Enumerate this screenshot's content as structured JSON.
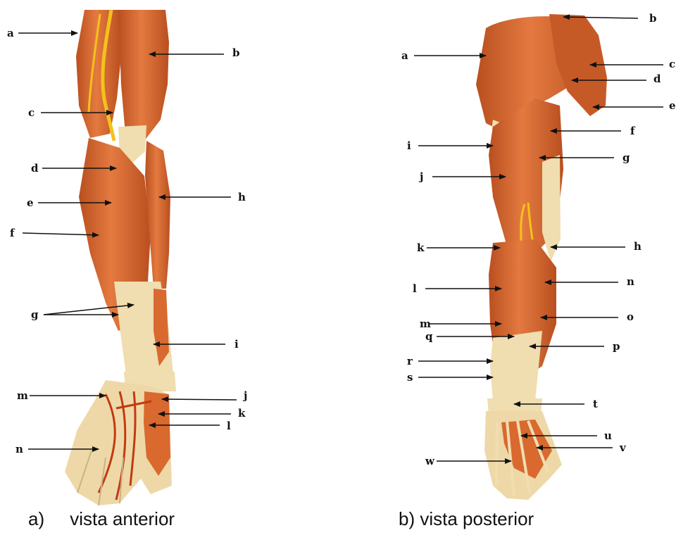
{
  "captions": {
    "anterior": "a)     vista anterior",
    "posterior": "b) vista posterior"
  },
  "colors": {
    "muscle": "#d9692f",
    "muscle_light": "#e6854a",
    "muscle_dark": "#b14e20",
    "tendon": "#f0ddb0",
    "nerve": "#f4c21a",
    "arrow": "#111111"
  },
  "anterior_labels": [
    "a",
    "b",
    "c",
    "d",
    "e",
    "f",
    "g",
    "h",
    "i",
    "j",
    "k",
    "l",
    "m",
    "n"
  ],
  "posterior_labels": [
    "a",
    "b",
    "c",
    "d",
    "e",
    "f",
    "g",
    "h",
    "i",
    "j",
    "k",
    "l",
    "m",
    "q",
    "r",
    "s",
    "n",
    "o",
    "p",
    "t",
    "u",
    "v",
    "w"
  ]
}
